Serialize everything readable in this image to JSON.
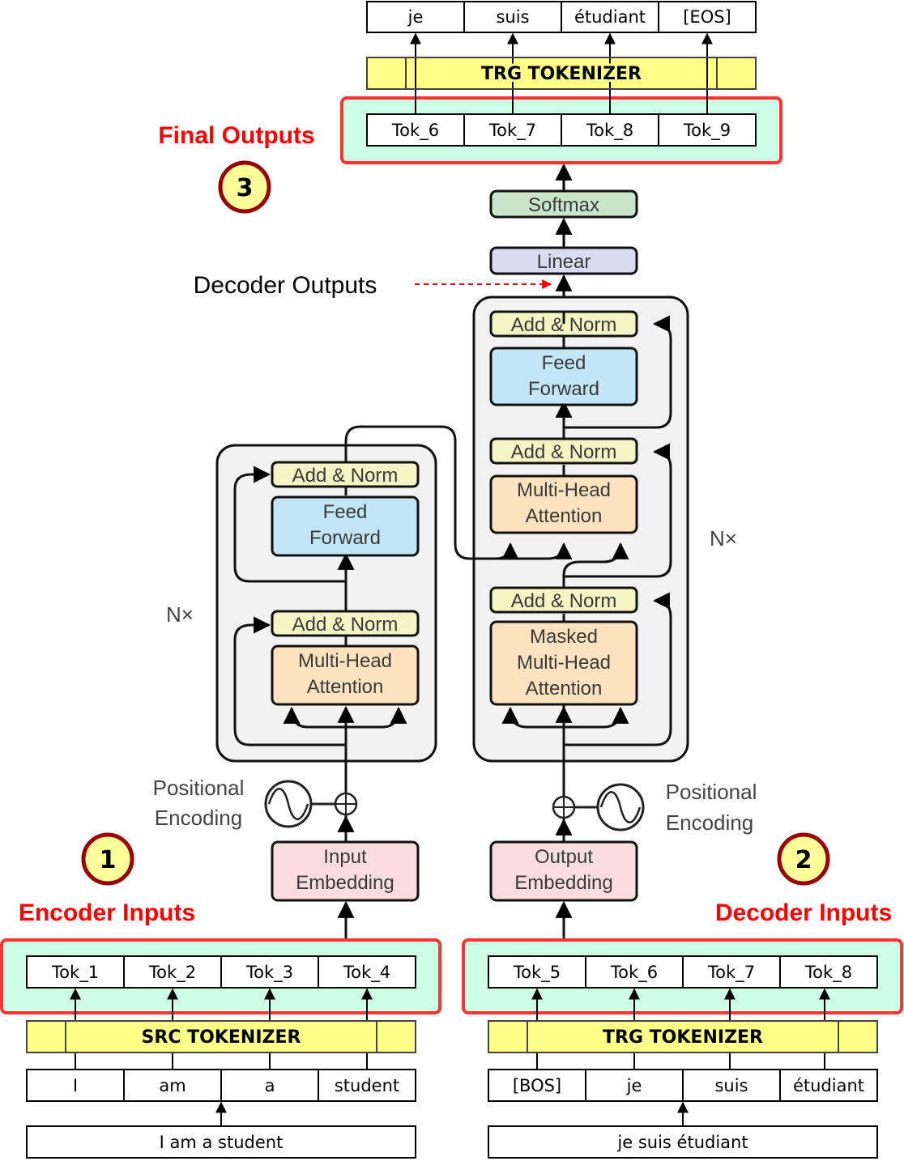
{
  "colors": {
    "highlight_border": "#ff3333",
    "highlight_fill": "#ccffe6",
    "tokenizer_fill": "#ffff88",
    "add_norm_fill": "#f3f6c4",
    "feed_forward_fill": "#c2e6f5",
    "attention_fill": "#fde2bf",
    "embedding_fill": "#fbdde0",
    "linear_fill": "#d9dcf0",
    "softmax_fill": "#c8e6cc",
    "stack_fill": "#f2f2f2",
    "badge_fill": "#ffff99",
    "badge_border": "#990000",
    "label_red": "#ff0000"
  },
  "final_outputs": {
    "label": "Final Outputs",
    "badge": "3",
    "words": [
      "je",
      "suis",
      "étudiant",
      "[EOS]"
    ],
    "tokenizer": "TRG TOKENIZER",
    "tokens": [
      "Tok_6",
      "Tok_7",
      "Tok_8",
      "Tok_9"
    ]
  },
  "head": {
    "softmax": "Softmax",
    "linear": "Linear",
    "decoder_outputs_label": "Decoder Outputs"
  },
  "encoder": {
    "repeat": "N×",
    "add_norm_top": "Add & Norm",
    "feed_forward": [
      "Feed",
      "Forward"
    ],
    "add_norm_bottom": "Add & Norm",
    "attention": [
      "Multi-Head",
      "Attention"
    ],
    "positional_encoding": [
      "Positional",
      "Encoding"
    ],
    "embedding": [
      "Input",
      "Embedding"
    ]
  },
  "decoder": {
    "repeat": "N×",
    "add_norm_top": "Add & Norm",
    "feed_forward": [
      "Feed",
      "Forward"
    ],
    "add_norm_mid": "Add & Norm",
    "cross_attention": [
      "Multi-Head",
      "Attention"
    ],
    "add_norm_bottom": "Add & Norm",
    "masked_attention": [
      "Masked",
      "Multi-Head",
      "Attention"
    ],
    "positional_encoding": [
      "Positional",
      "Encoding"
    ],
    "embedding": [
      "Output",
      "Embedding"
    ]
  },
  "encoder_inputs": {
    "label": "Encoder Inputs",
    "badge": "1",
    "tokens": [
      "Tok_1",
      "Tok_2",
      "Tok_3",
      "Tok_4"
    ],
    "tokenizer": "SRC TOKENIZER",
    "words": [
      "I",
      "am",
      "a",
      "student"
    ],
    "sentence": "I am a student"
  },
  "decoder_inputs": {
    "label": "Decoder Inputs",
    "badge": "2",
    "tokens": [
      "Tok_5",
      "Tok_6",
      "Tok_7",
      "Tok_8"
    ],
    "tokenizer": "TRG TOKENIZER",
    "words": [
      "[BOS]",
      "je",
      "suis",
      "étudiant"
    ],
    "sentence": "je suis étudiant"
  }
}
